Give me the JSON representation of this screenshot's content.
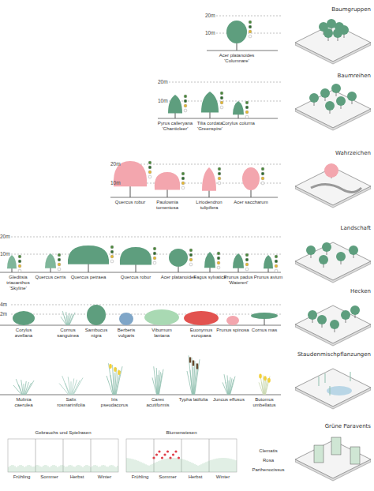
{
  "diagram": {
    "nodes": [
      {
        "text": [
          "Baumgruppen"
        ]
      },
      {
        "text": [
          "Baumreihen"
        ]
      },
      {
        "text": [
          "Wahrzeichen"
        ]
      },
      {
        "text": [
          "Landschaft"
        ]
      },
      {
        "text": [
          "Hecken"
        ]
      },
      {
        "text": [
          "Staudenmischpflanzungen"
        ]
      },
      {
        "text": [
          "Grüne Paravents"
        ]
      }
    ],
    "labels": [
      "20m",
      "10m",
      "Acer platanoides 'Columnare'",
      "20m",
      "10m",
      "Pyrus calleryana 'Chanticleer'",
      "Tilia cordata 'Greenspire'",
      "Corylus colurna",
      "20m",
      "10m",
      "Quercus robur",
      "Paulownia tomentosa",
      "Liriodendron tulipifera",
      "Acer saccharum",
      "20m",
      "10m",
      "Gleditsia triacanthos 'Skyline'",
      "Quercus cerris",
      "Quercus petraea",
      "Quercus robur",
      "Acer platanoides",
      "Fagus sylvatica",
      "Prunus padus 'Watereri'",
      "Prunus avium",
      "4m",
      "2m",
      "Corylus avellana",
      "Cornus sanguinea",
      "Sambucus nigra",
      "Berberis vulgaris",
      "Viburnum lantana",
      "Euonymus europaea",
      "Prunus spinosa",
      "Cornus mas",
      "Molinia caerulea",
      "Salix rosmarinifolia",
      "Iris pseudacorus",
      "Carex acutiformis",
      "Typha latifolia",
      "Juncus effusus",
      "Butomus umbellatus",
      "Gebrauchs und Spielrasen",
      "Frühling",
      "Sommer",
      "Herbst",
      "Winter",
      "Blumenwiesen",
      "Frühling",
      "Sommer",
      "Herbst",
      "Winter",
      "Clematis",
      "Rosa",
      "Parthenocissus"
    ]
  }
}
